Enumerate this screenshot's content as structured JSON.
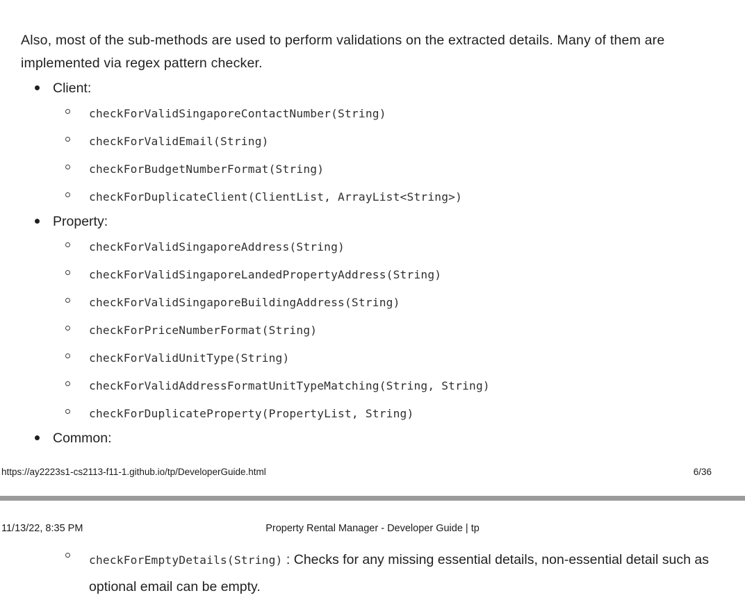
{
  "document": {
    "intro_paragraph": "Also, most of the sub-methods are used to perform validations on the extracted details. Many of them are implemented via regex pattern checker.",
    "sections": [
      {
        "label": "Client:",
        "methods": [
          "checkForValidSingaporeContactNumber(String)",
          "checkForValidEmail(String)",
          "checkForBudgetNumberFormat(String)",
          "checkForDuplicateClient(ClientList, ArrayList<String>)"
        ]
      },
      {
        "label": "Property:",
        "methods": [
          "checkForValidSingaporeAddress(String)",
          "checkForValidSingaporeLandedPropertyAddress(String)",
          "checkForValidSingaporeBuildingAddress(String)",
          "checkForPriceNumberFormat(String)",
          "checkForValidUnitType(String)",
          "checkForValidAddressFormatUnitTypeMatching(String, String)",
          "checkForDuplicateProperty(PropertyList, String)"
        ]
      },
      {
        "label": "Common:",
        "methods": []
      }
    ],
    "continued_item": {
      "code": "checkForEmptyDetails(String)",
      "description": ": Checks for any missing essential details, non-essential detail such as optional email can be empty."
    }
  },
  "print_footer": {
    "url": "https://ay2223s1-cs2113-f11-1.github.io/tp/DeveloperGuide.html",
    "page_number": "6/36"
  },
  "print_header": {
    "timestamp": "11/13/22, 8:35 PM",
    "document_title": "Property Rental Manager - Developer Guide | tp"
  },
  "colors": {
    "text": "#1f1f1f",
    "code_text": "#2f2f2f",
    "separator": "#9b9b9b",
    "background": "#ffffff"
  }
}
